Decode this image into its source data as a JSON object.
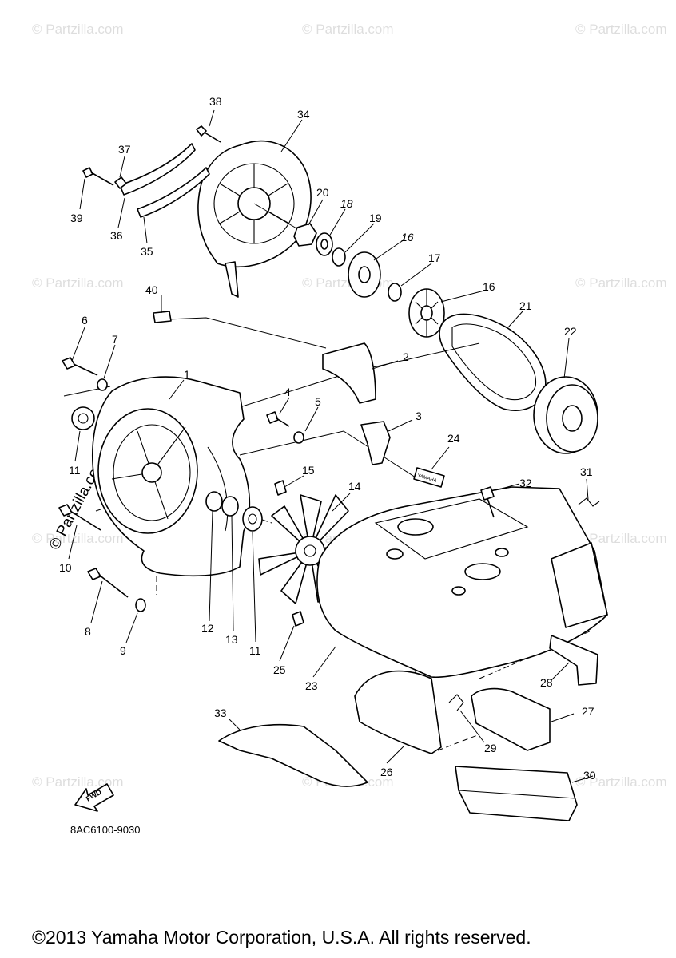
{
  "watermark": {
    "text": "© Partzilla.com",
    "side_text": "© Partzilla.com"
  },
  "callouts": [
    {
      "num": "38"
    },
    {
      "num": "34"
    },
    {
      "num": "37"
    },
    {
      "num": "39"
    },
    {
      "num": "36"
    },
    {
      "num": "35"
    },
    {
      "num": "20"
    },
    {
      "num": "18"
    },
    {
      "num": "19"
    },
    {
      "num": "16"
    },
    {
      "num": "17"
    },
    {
      "num": "16"
    },
    {
      "num": "21"
    },
    {
      "num": "22"
    },
    {
      "num": "40"
    },
    {
      "num": "6"
    },
    {
      "num": "7"
    },
    {
      "num": "1"
    },
    {
      "num": "2"
    },
    {
      "num": "4"
    },
    {
      "num": "5"
    },
    {
      "num": "3"
    },
    {
      "num": "11"
    },
    {
      "num": "24"
    },
    {
      "num": "15"
    },
    {
      "num": "14"
    },
    {
      "num": "32"
    },
    {
      "num": "31"
    },
    {
      "num": "10"
    },
    {
      "num": "8"
    },
    {
      "num": "9"
    },
    {
      "num": "12"
    },
    {
      "num": "13"
    },
    {
      "num": "11"
    },
    {
      "num": "25"
    },
    {
      "num": "23"
    },
    {
      "num": "28"
    },
    {
      "num": "27"
    },
    {
      "num": "33"
    },
    {
      "num": "29"
    },
    {
      "num": "26"
    },
    {
      "num": "30"
    }
  ],
  "fwd_label": "FWD",
  "badge_text": "YAMAHA",
  "diagram_code": "8AC6100-9030",
  "copyright": "©2013 Yamaha Motor Corporation, U.S.A. All rights reserved."
}
